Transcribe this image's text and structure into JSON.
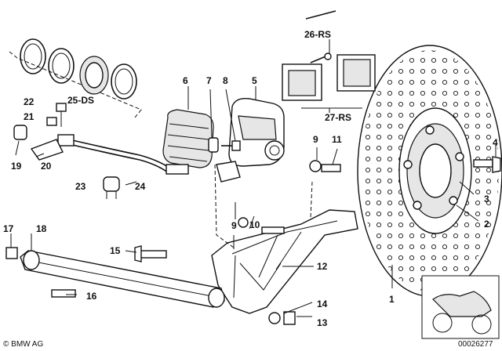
{
  "labels": {
    "l1": "1",
    "l2": "2",
    "l3": "3",
    "l4": "4",
    "l5": "5",
    "l6": "6",
    "l7": "7",
    "l8": "8",
    "l9a": "9",
    "l9b": "9",
    "l10": "10",
    "l11": "11",
    "l12": "12",
    "l13": "13",
    "l14": "14",
    "l15": "15",
    "l16": "16",
    "l17": "17",
    "l18": "18",
    "l19": "19",
    "l20": "20",
    "l21": "21",
    "l22": "22",
    "l23": "23",
    "l24": "24",
    "l25": "25-DS",
    "l26": "26-RS",
    "l27": "27-RS"
  },
  "footer": {
    "brand": "© BMW AG",
    "diagram_number": "00026277"
  }
}
